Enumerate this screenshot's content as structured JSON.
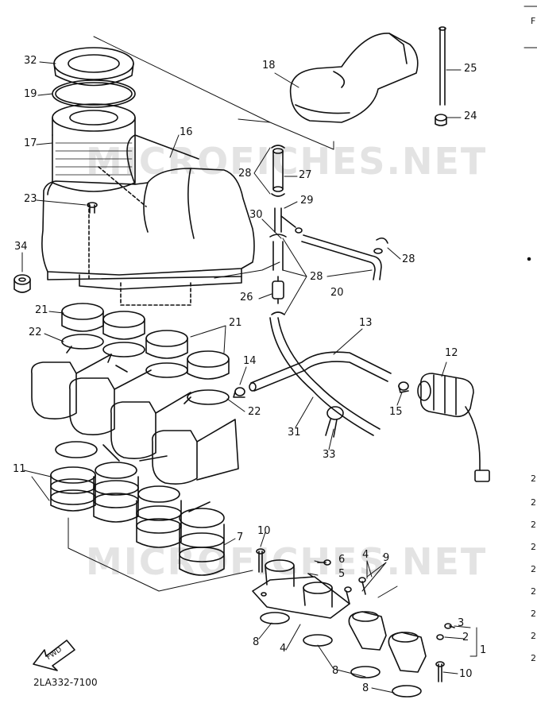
{
  "diagram_code": "2LA332-7100",
  "watermark": "MICROFICHES.NET",
  "find_text": "FWD",
  "right_edge_chars": [
    "F",
    "2",
    "2",
    "2",
    "2",
    "2",
    "2",
    "2",
    "2",
    "2"
  ],
  "callouts": {
    "c1": "1",
    "c2": "2",
    "c3": "3",
    "c4": "4",
    "c5": "5",
    "c6": "6",
    "c7": "7",
    "c8": "8",
    "c9": "9",
    "c10": "10",
    "c11": "11",
    "c12": "12",
    "c13": "13",
    "c14": "14",
    "c15": "15",
    "c16": "16",
    "c17": "17",
    "c18": "18",
    "c19": "19",
    "c20": "20",
    "c21": "21",
    "c22": "22",
    "c23": "23",
    "c24": "24",
    "c25": "25",
    "c26": "26",
    "c27": "27",
    "c28": "28",
    "c29": "29",
    "c30": "30",
    "c31": "31",
    "c32": "32",
    "c33": "33",
    "c34": "34"
  },
  "colors": {
    "ink": "#111111",
    "watermark": "#e3e3e3",
    "paper": "#ffffff"
  }
}
